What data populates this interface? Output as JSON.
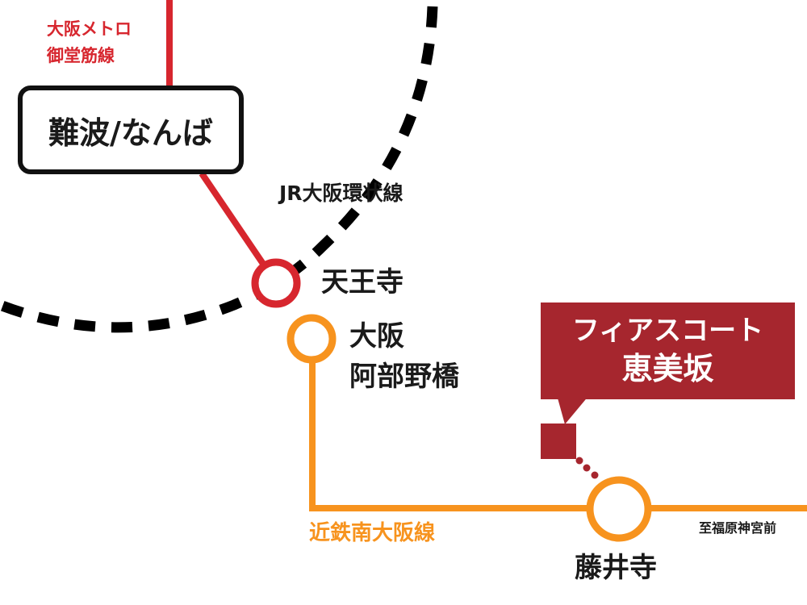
{
  "colors": {
    "metro_red": "#d7262e",
    "kintetsu_orange": "#f7931e",
    "jr_black": "#000000",
    "property_maroon": "#a6262e",
    "text_dark": "#1a1a1a"
  },
  "lines": {
    "metro": {
      "line1": "大阪メトロ",
      "line2": "御堂筋線"
    },
    "jr": {
      "name": "JR大阪環状線"
    },
    "kintetsu": {
      "name": "近鉄南大阪線"
    }
  },
  "stations": {
    "namba": "難波/なんば",
    "tennoji": "天王寺",
    "abeno": {
      "line1": "大阪",
      "line2": "阿部野橋"
    },
    "fujiidera": "藤井寺"
  },
  "destination": "至福原神宮前",
  "property": {
    "line1": "フィアスコート",
    "line2": "恵美坂"
  }
}
